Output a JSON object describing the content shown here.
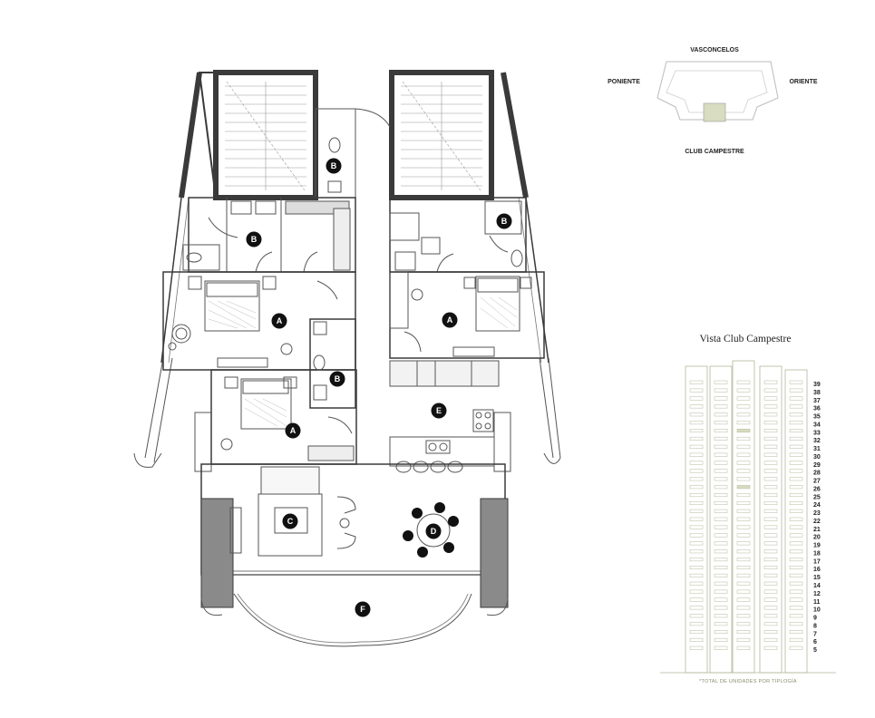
{
  "plan_markers": [
    {
      "label": "B"
    },
    {
      "label": "B"
    },
    {
      "label": "B"
    },
    {
      "label": "B"
    },
    {
      "label": "A"
    },
    {
      "label": "A"
    },
    {
      "label": "A"
    },
    {
      "label": "E"
    },
    {
      "label": "C"
    },
    {
      "label": "D"
    },
    {
      "label": "F"
    }
  ],
  "compass": {
    "north": "VASCONCELOS",
    "west": "PONIENTE",
    "east": "ORIENTE",
    "south": "CLUB CAMPESTRE"
  },
  "view": {
    "title": "Vista Club Campestre",
    "highlighted_floors": [
      "33",
      "26"
    ],
    "footnote": "*TOTAL DE UNIDADES POR TIPLOGÍA"
  },
  "floor_numbers": [
    "39",
    "38",
    "37",
    "36",
    "35",
    "34",
    "33",
    "32",
    "31",
    "30",
    "29",
    "28",
    "27",
    "26",
    "25",
    "24",
    "23",
    "22",
    "21",
    "20",
    "19",
    "18",
    "17",
    "16",
    "15",
    "14",
    "12",
    "11",
    "10",
    "9",
    "8",
    "7",
    "6",
    "5"
  ],
  "colors": {
    "wall": "#3a3a3a",
    "line": "#555555",
    "highlight": "#d8dcc0",
    "elevation": "#b5b89a"
  }
}
